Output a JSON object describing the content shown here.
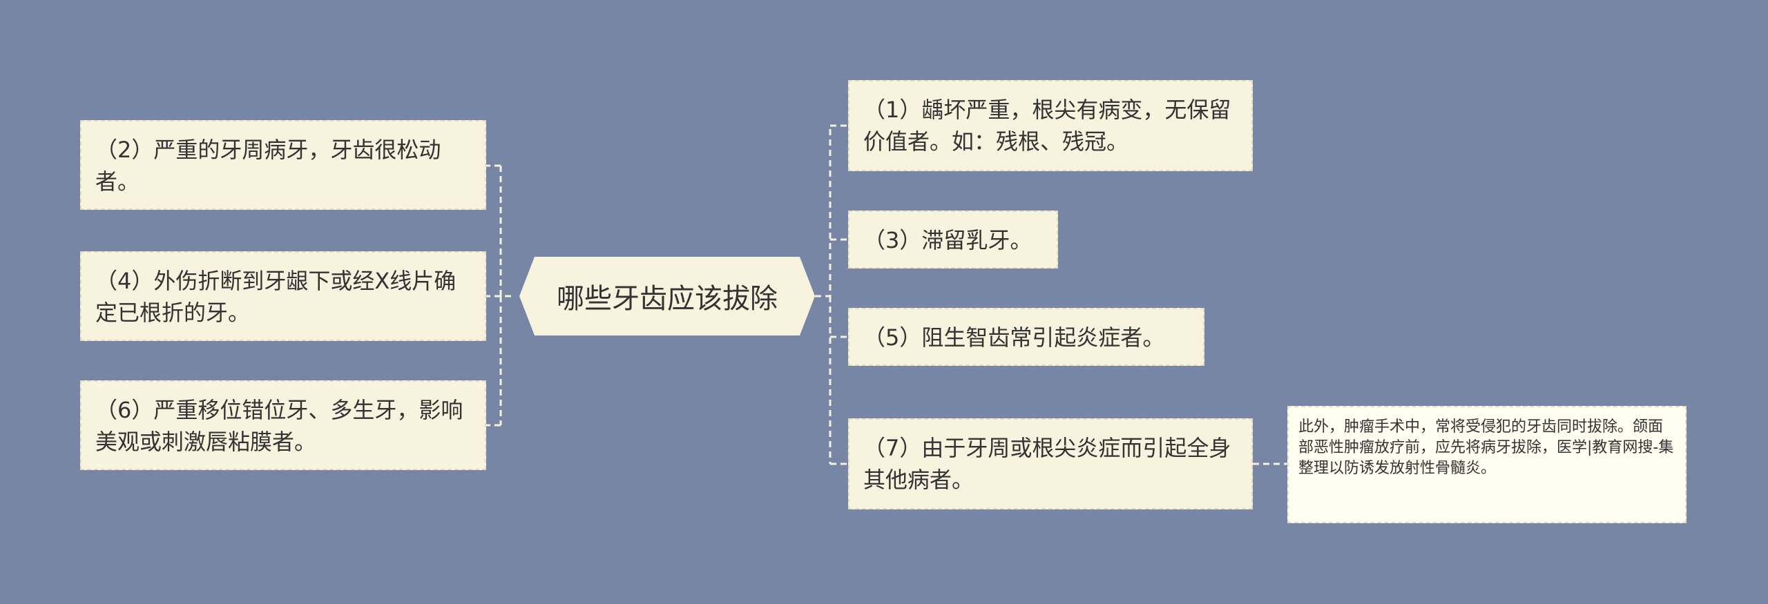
{
  "central_topic": "哪些牙齿应该拔除",
  "left_branches": [
    "（2）严重的牙周病牙，牙齿很松动者。",
    "（4）外伤折断到牙龈下或经X线片确定已根折的牙。",
    "（6）严重移位错位牙、多生牙，影响美观或刺激唇粘膜者。"
  ],
  "right_branches": [
    "（1）龋坏严重，根尖有病变，无保留价值者。如：残根、残冠。",
    "（3）滞留乳牙。",
    "（5）阻生智齿常引起炎症者。",
    "（7）由于牙周或根尖炎症而引起全身其他病者。"
  ],
  "note": "此外，肿瘤手术中，常将受侵犯的牙齿同时拔除。颌面部恶性肿瘤放疗前，应先将病牙拔除，医学|教育网搜-集整理以防诱发放射性骨髓炎。",
  "colors": {
    "background": "#7886a6",
    "node_fill": "#f8f3de",
    "note_fill": "#fffcf0",
    "connector": "#f6f1df",
    "text": "#333333"
  }
}
